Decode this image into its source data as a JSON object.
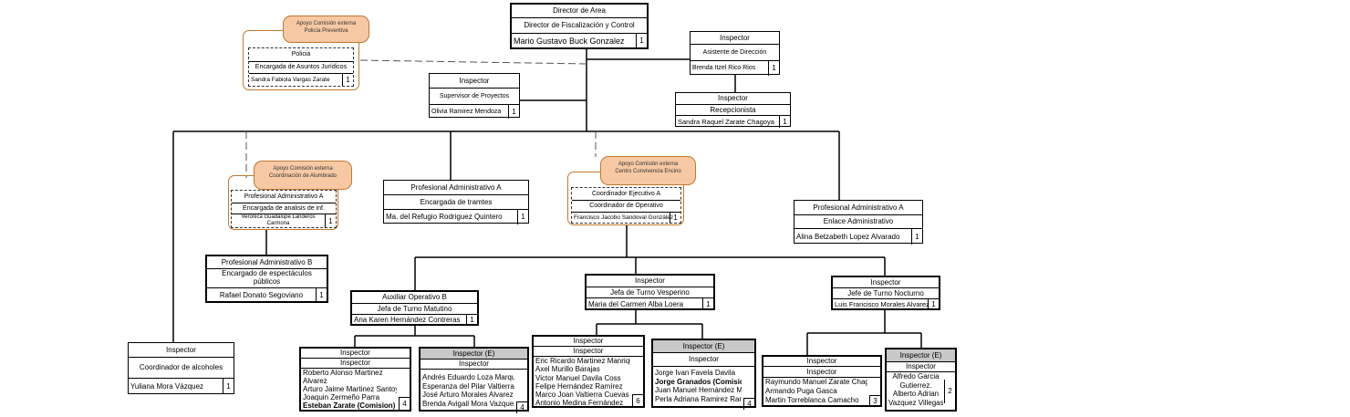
{
  "director": {
    "title": "Director de Area",
    "role": "Director de Fiscalización y Control",
    "name": "Mario Gustavo Buck Gonzalez",
    "count": "1"
  },
  "asistente": {
    "title": "Inspector",
    "role": "Asistente de Dirección",
    "name": "Brenda Itzel Rico Rios",
    "count": "1"
  },
  "recepcion": {
    "title": "Inspector",
    "role": "Recepcionista",
    "name": "Sandra Raquel Zarate Chagoya",
    "count": "1"
  },
  "supervisor": {
    "title": "Inspector",
    "role": "Supervisor de Proyectos",
    "name": "Olivia Ramirez Mendoza",
    "count": "1"
  },
  "policia": {
    "badge_line1": "Apoyo Comisión externa",
    "badge_line2": "Policía Preventiva",
    "title": "Policia",
    "role": "Encargada de Asuntos Jurídicos",
    "name": "Sandra Fabiola Vargas Zarate",
    "count": "1"
  },
  "alumbrado": {
    "badge_line1": "Apoyo Comisión externa",
    "badge_line2": "Coordinación de Alumbrado",
    "title": "Profesional Administrativo A",
    "role": "Encargada de analisis de inf.",
    "name": "Veronica Guadalupe Landeros Carmona",
    "count": "1"
  },
  "tramites": {
    "title": "Profesional Administrativo A",
    "role": "Encargada de tramtes",
    "name": "Ma. del Refugio Rodriguez Quintero",
    "count": "1"
  },
  "encino": {
    "badge_line1": "Apoyo Comisión externa",
    "badge_line2": "Centro Convivencia Encino",
    "title": "Coordinador Ejecutivo A",
    "role": "Coordinador de Operativo",
    "name": "Francisco Jacobo Sandoval González",
    "count": "1"
  },
  "enlace": {
    "title": "Profesional Administrativo A",
    "role": "Enlace Administrativo",
    "name": "Alina Betzabeth Lopez Alvarado",
    "count": "1"
  },
  "espectaculos": {
    "title": "Profesional Administrativo B",
    "role": "Encargado de espectáculos públicos",
    "name": "Rafael Donato Segoviano",
    "count": "1"
  },
  "alcoholes": {
    "title": "Inspector",
    "role": "Coordinador de alcoholes",
    "name": "Yuliana Mora Vázquez",
    "count": "1"
  },
  "matutino": {
    "title": "Auxiliar Operativo B",
    "role": "Jefa de Turno Matutino",
    "name": "Ana Karen Hernández Contreras",
    "count": "1"
  },
  "vespertino": {
    "title": "Inspector",
    "role": "Jefa de Turno Vesperino",
    "name": "Maria del Carmen Alba Loera",
    "count": "1"
  },
  "nocturno": {
    "title": "Inspector",
    "role": "Jefe de Turno Nocturno",
    "name": "Luis Francisco Morales Alvarez",
    "count": "1"
  },
  "team_mat_a": {
    "h1": "Inspector",
    "h2": "Inspector",
    "names": [
      "Roberto Alonso Martinez",
      "Alvarez",
      "Arturo Jaime Martinez Santoyo",
      "Joaquin Zermeño Parra",
      "Esteban Zarate (Comision)"
    ],
    "count": "4"
  },
  "team_mat_b": {
    "h1": "Inspector (E)",
    "h2": "Inspector",
    "names": [
      "Andrés Eduardo Loza Marquez.",
      "Esperanza del Pilar Valtierra Patiño",
      "José Arturo Morales Alvarez",
      "Brenda Avigail Mora Vazquez"
    ],
    "count": "4"
  },
  "team_ves_a": {
    "h1": "Inspector",
    "h2": "Inspector",
    "names": [
      "Eric Ricardo Martinez Manriquez",
      "Axel Murillo Barajas",
      "Victor Manuel Davila Coss",
      "Felipe Hernández Ramírez",
      "Marco Joan Valtierra Cuevas",
      "Antonio Medina Fernández"
    ],
    "count": "6"
  },
  "team_ves_b": {
    "h1": "Inspector (E)",
    "h2": "Inspector",
    "names": [
      "Jorge Ivan Favela Davila",
      "Jorge Granados (Comisión)",
      "Juan Manuel Hernández Magos",
      "Perla Adriana Ramirez Ramirez"
    ],
    "count": "4"
  },
  "team_noc_a": {
    "h1": "Inspector",
    "h2": "Inspector",
    "names": [
      "Raymundo Manuel Zarate Chagoya",
      "Armando Puga Gasca",
      "Martin Torreblanca Camacho"
    ],
    "count": "3"
  },
  "team_noc_b": {
    "h1": "Inspector (E)",
    "h2": "Inspector",
    "names": [
      "Alfredo Garcia",
      "Gutierrez.",
      "Alberto Adrian",
      "Vazquez Villegas"
    ],
    "count": "2"
  }
}
